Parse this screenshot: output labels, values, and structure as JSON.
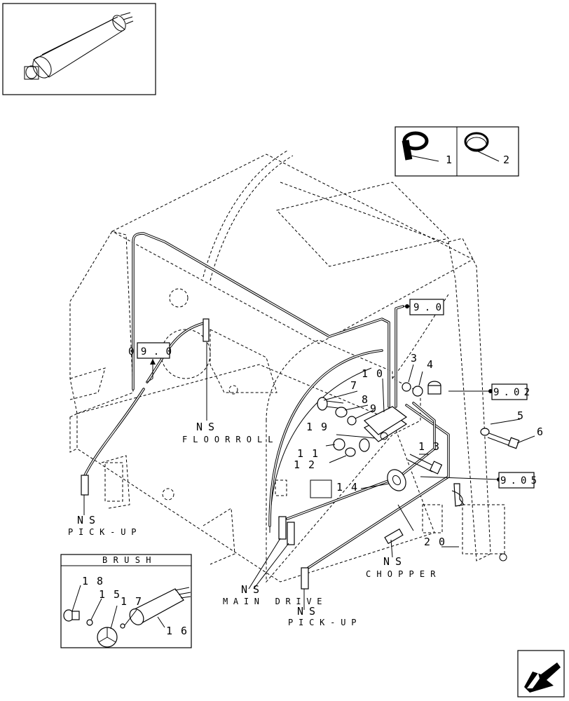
{
  "callouts": {
    "c1": "1",
    "c2": "2",
    "c3": "3",
    "c4": "4",
    "c5": "5",
    "c6": "6",
    "c7": "7",
    "c8": "8",
    "c9": "9",
    "c10": "10",
    "c11": "11",
    "c12": "12",
    "c13": "13",
    "c14": "14",
    "c15": "15",
    "c16": "16",
    "c17": "17",
    "c18": "18",
    "c19": "19",
    "c20": "20"
  },
  "references": {
    "ref_09_0_left": "09.0",
    "ref_9_0_top": "9.0",
    "ref_9_02": "9.02",
    "ref_9_05": "9.05"
  },
  "captions": {
    "ns1": "NS",
    "floorroll": "FLOORROLL",
    "ns2": "NS",
    "pickup_left": "PICK-UP",
    "ns3": "NS",
    "main_drive": "MAIN DRIVE",
    "ns4": "NS",
    "pickup_bottom": "PICK-UP",
    "ns5": "NS",
    "chopper": "CHOPPER"
  },
  "brush_box": {
    "title": "BRUSH"
  },
  "icons": {
    "nav": "next-page-arrow-icon",
    "clip_open": "hose-clip-icon",
    "clip_closed": "hose-clamp-icon",
    "shaft": "shaft-icon"
  }
}
